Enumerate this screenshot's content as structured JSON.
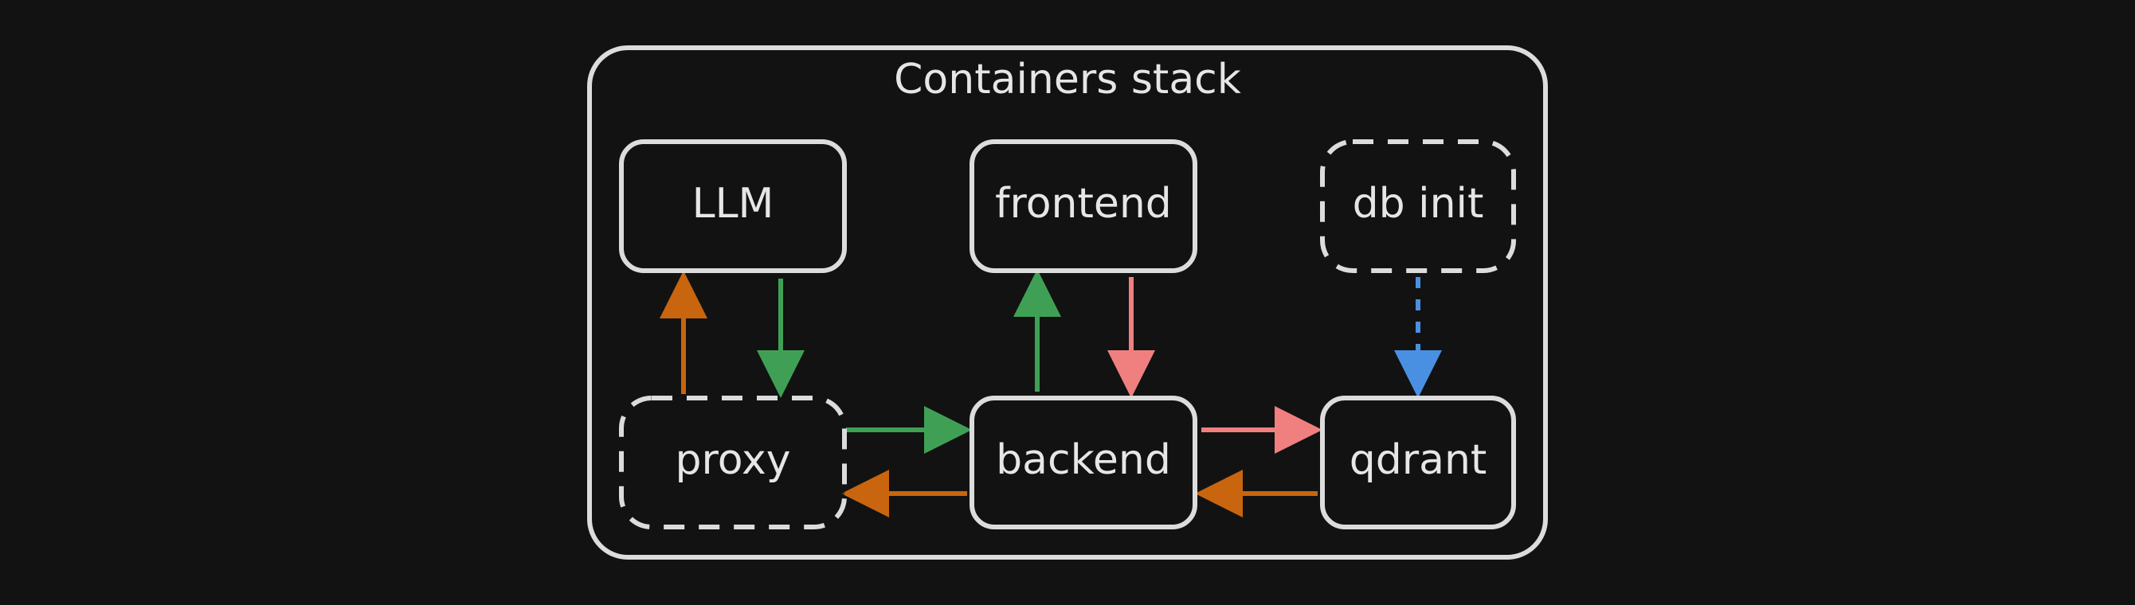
{
  "stack": {
    "title": "Containers stack"
  },
  "nodes": {
    "llm": "LLM",
    "frontend": "frontend",
    "db_init": "db init",
    "proxy": "proxy",
    "backend": "backend",
    "qdrant": "qdrant"
  },
  "colors": {
    "background": "#121212",
    "outline": "#dcdcdc",
    "green": "#3fa055",
    "orange": "#c8650e",
    "pink": "#f08080",
    "blue": "#4a90e2"
  }
}
